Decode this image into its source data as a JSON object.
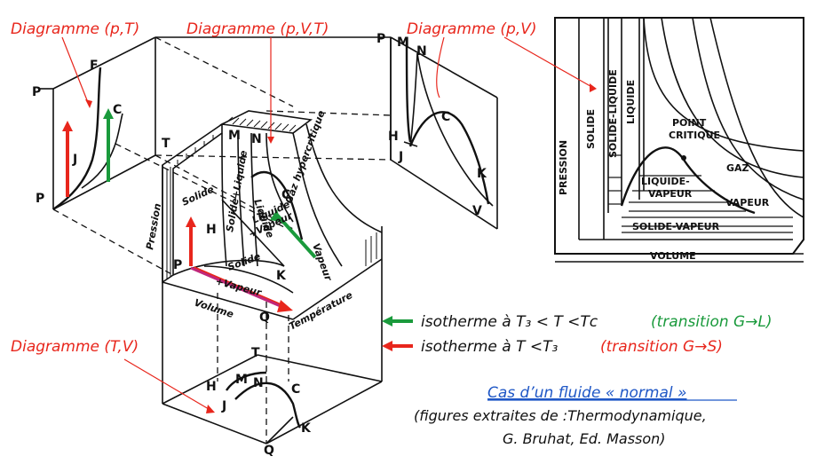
{
  "titles": {
    "pT": "Diagramme (p,T)",
    "pVT": "Diagramme (p,V,T)",
    "pV": "Diagramme (p,V)",
    "TV": "Diagramme (T,V)"
  },
  "points": {
    "P": "P",
    "T": "T",
    "F": "F",
    "C": "C",
    "J": "J",
    "M": "M",
    "N": "N",
    "H": "H",
    "K": "K",
    "V": "V",
    "Q": "Q"
  },
  "surface_labels": {
    "solide": "Solide",
    "solide_liquide": "Solide+Liquide",
    "liquide_top": "Liquide",
    "liquide_vapeur_1": "Liquide",
    "liquide_vapeur_2": "+Vapeur",
    "gaz": "Gaz hypercritique",
    "vapeur": "Vapeur",
    "solide_vapeur_1": "Solide",
    "solide_vapeur_2": "+Vapeur",
    "pression": "Pression",
    "volume": "Volume",
    "temperature": "Température"
  },
  "pv_chart_labels": {
    "pression": "PRESSION",
    "solide": "SOLIDE",
    "solide_liquide": "SOLIDE-LIQUIDE",
    "liquide": "LIQUIDE",
    "point_critique_1": "POINT",
    "point_critique_2": "CRITIQUE",
    "gaz": "GAZ",
    "liquide_vapeur_1": "LIQUIDE-",
    "liquide_vapeur_2": "VAPEUR",
    "vapeur": "VAPEUR",
    "solide_vapeur": "SOLIDE-VAPEUR",
    "volume": "VOLUME"
  },
  "legend": {
    "green_text": "isotherme à T₃ < T <Tᴄ",
    "green_paren": "(transition G→L)",
    "red_text": "isotherme à T <T₃",
    "red_paren": "(transition G→S)",
    "green_color": "#1a9a3c",
    "red_color": "#e8261c"
  },
  "caption": {
    "title": "Cas d’un fluide « normal »",
    "line1": "(figures extraites de :Thermodynamique,",
    "line2": "G. Bruhat, Ed. Masson)",
    "title_color": "#1f57c6"
  }
}
